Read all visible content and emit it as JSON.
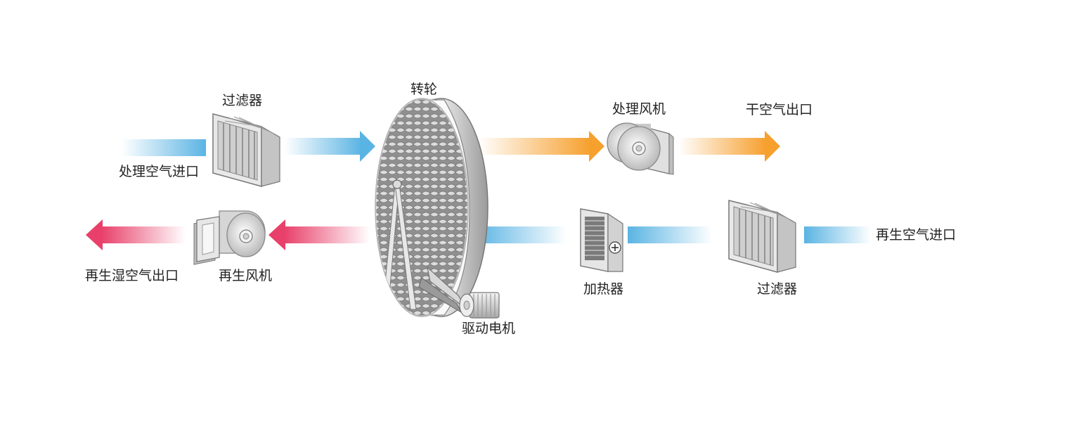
{
  "labels": {
    "process_air_inlet": "处理空气进口",
    "filter_top": "过滤器",
    "rotor": "转轮",
    "process_fan": "处理风机",
    "dry_air_outlet": "干空气出口",
    "regen_humid_outlet": "再生湿空气出口",
    "regen_fan": "再生风机",
    "drive_motor": "驱动电机",
    "heater": "加热器",
    "filter_bottom": "过滤器",
    "regen_air_inlet": "再生空气进口"
  },
  "colors": {
    "process_air": "#5ab4e3",
    "dry_air": "#f6a02e",
    "regen_wet_air": "#e8406a",
    "regen_air": "#5ab4e3",
    "text": "#222222"
  }
}
